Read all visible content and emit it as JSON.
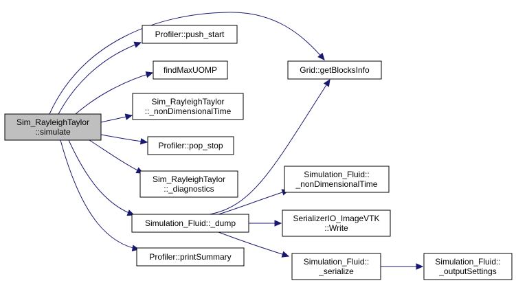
{
  "diagram": {
    "edge_color": "#191970",
    "root_fill": "#bfbfbf",
    "nodes": {
      "simulate": {
        "lines": [
          "Sim_RayleighTaylor",
          "::simulate"
        ],
        "root": true
      },
      "push_start": {
        "lines": [
          "Profiler::push_start"
        ]
      },
      "findMaxUOMP": {
        "lines": [
          "findMaxUOMP"
        ]
      },
      "rt_nonDimTime": {
        "lines": [
          "Sim_RayleighTaylor",
          "::_nonDimensionalTime"
        ]
      },
      "pop_stop": {
        "lines": [
          "Profiler::pop_stop"
        ]
      },
      "rt_diagnostics": {
        "lines": [
          "Sim_RayleighTaylor",
          "::_diagnostics"
        ]
      },
      "dump": {
        "lines": [
          "Simulation_Fluid::_dump"
        ]
      },
      "printSummary": {
        "lines": [
          "Profiler::printSummary"
        ]
      },
      "getBlocksInfo": {
        "lines": [
          "Grid::getBlocksInfo"
        ]
      },
      "fluid_nonDimTime": {
        "lines": [
          "Simulation_Fluid::",
          "_nonDimensionalTime"
        ]
      },
      "vtk_write": {
        "lines": [
          "SerializerIO_ImageVTK",
          "::Write"
        ]
      },
      "serialize": {
        "lines": [
          "Simulation_Fluid::",
          "_serialize"
        ]
      },
      "outputSettings": {
        "lines": [
          "Simulation_Fluid::",
          "_outputSettings"
        ]
      }
    },
    "edges": [
      {
        "from": "simulate",
        "to": "push_start"
      },
      {
        "from": "simulate",
        "to": "findMaxUOMP"
      },
      {
        "from": "simulate",
        "to": "rt_nonDimTime"
      },
      {
        "from": "simulate",
        "to": "pop_stop"
      },
      {
        "from": "simulate",
        "to": "rt_diagnostics"
      },
      {
        "from": "simulate",
        "to": "dump"
      },
      {
        "from": "simulate",
        "to": "printSummary"
      },
      {
        "from": "simulate",
        "to": "getBlocksInfo"
      },
      {
        "from": "dump",
        "to": "getBlocksInfo"
      },
      {
        "from": "dump",
        "to": "fluid_nonDimTime"
      },
      {
        "from": "dump",
        "to": "vtk_write"
      },
      {
        "from": "dump",
        "to": "serialize"
      },
      {
        "from": "serialize",
        "to": "outputSettings"
      }
    ]
  }
}
